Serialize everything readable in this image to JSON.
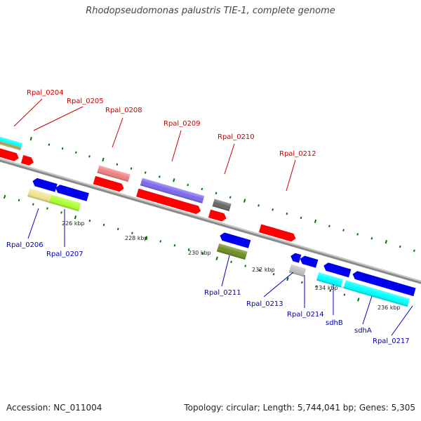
{
  "title": "Rhodopseudomonas palustris TIE-1, complete genome",
  "footer": {
    "accession": "Accession: NC_011004",
    "summary": "Topology: circular; Length: 5,744,041 bp; Genes: 5,305"
  },
  "ticks": [
    "226 kbp",
    "228 kbp",
    "230 kbp",
    "232 kbp",
    "234 kbp",
    "236 kbp"
  ],
  "genes_forward": [
    "Rpal_0204",
    "Rpal_0205",
    "Rpal_0208",
    "Rpal_0209",
    "Rpal_0210",
    "Rpal_0212"
  ],
  "genes_reverse": [
    "Rpal_0206",
    "Rpal_0207",
    "Rpal_0211",
    "Rpal_0213",
    "Rpal_0214",
    "sdhB",
    "sdhA",
    "Rpal_0217"
  ],
  "colors": {
    "cds": "#ff0000",
    "gene_blue": "#0000ee",
    "cyan": "#00ffff",
    "pink": "#f08080",
    "slate": "#7b68ee",
    "gray": "#666666",
    "olive": "#6b8e23",
    "khaki": "#f0e68c",
    "lime": "#adff2f",
    "silver": "#c0c0c0",
    "tick_green": "#007700",
    "backbone": "#888888"
  }
}
